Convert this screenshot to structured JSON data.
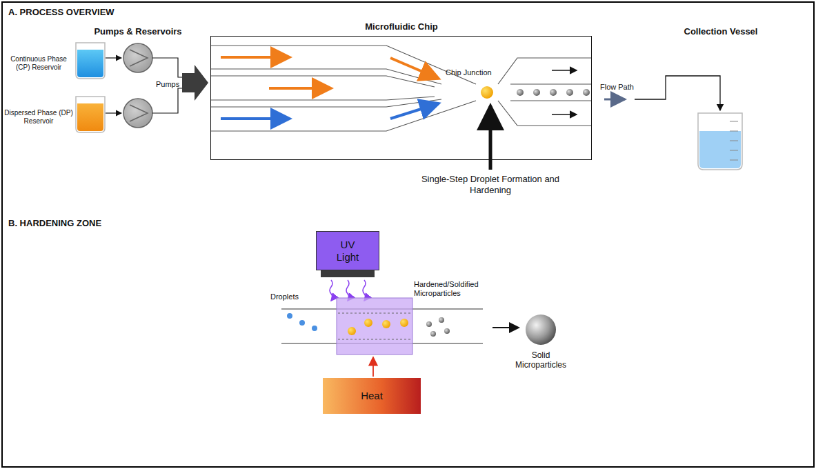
{
  "diagram": {
    "nodes": [
      {
        "text": [
          "Microfluidic Chip",
          "Chip Junction"
        ]
      },
      {
        "text": [
          "UV Light"
        ]
      },
      {
        "text": [
          "Heat"
        ]
      }
    ],
    "labels": [
      "A. PROCESS OVERVIEW",
      "Pumps & Reservoirs",
      "Collection Vessel",
      "Continuous Phase (CP) Reservoir",
      "Dispersed Phase (DP) Reservoir",
      "Pumps",
      "Single-Step Droplet Formation and Hardening",
      "Flow Path",
      "B. HARDENING ZONE",
      "Droplets",
      "Hardened/Soldified Microparticles",
      "Solid Microparticles"
    ]
  }
}
